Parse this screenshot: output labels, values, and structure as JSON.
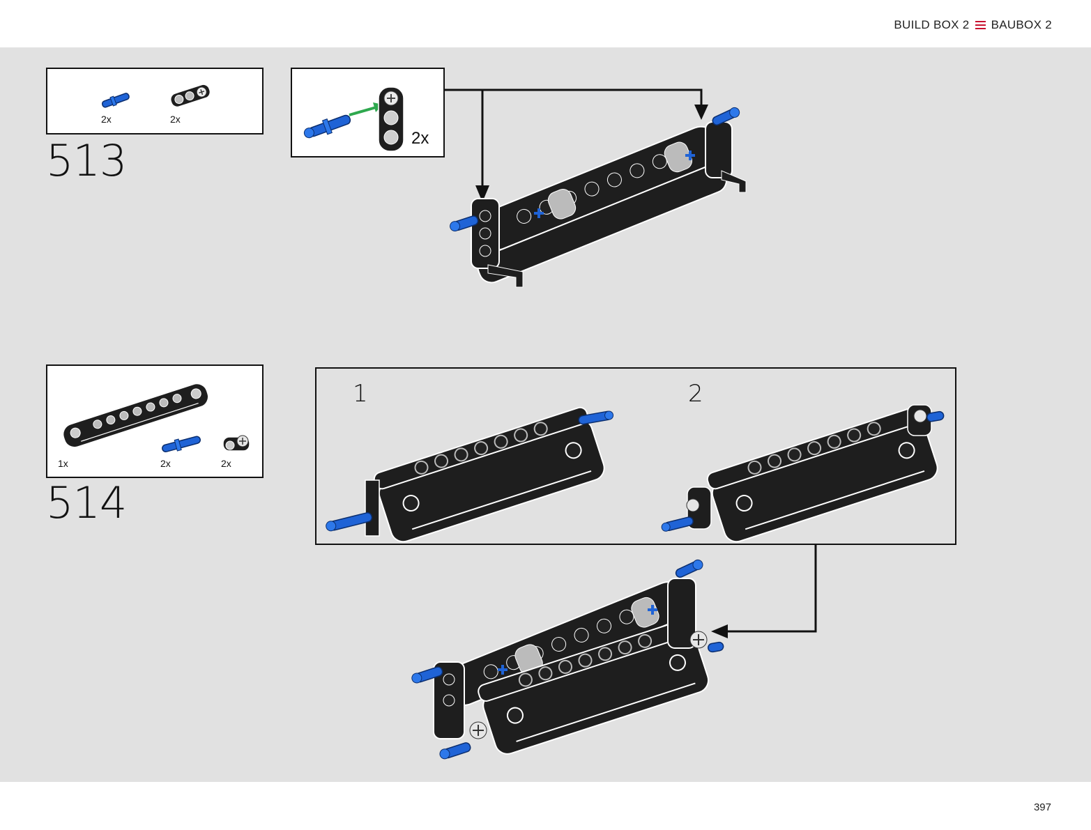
{
  "header": {
    "left": "BUILD BOX 2",
    "right": "BAUBOX 2",
    "icon": "menu-icon"
  },
  "steps": [
    {
      "number": "513",
      "parts": [
        {
          "name": "blue-pin",
          "qty": "2x"
        },
        {
          "name": "black-connector",
          "qty": "2x"
        }
      ],
      "callout": {
        "qty": "2x"
      }
    },
    {
      "number": "514",
      "parts": [
        {
          "name": "black-beam-assembly",
          "qty": "1x"
        },
        {
          "name": "blue-axle-pin",
          "qty": "2x"
        },
        {
          "name": "cross-connector",
          "qty": "2x"
        }
      ],
      "callout": {
        "sub_steps": [
          "1",
          "2"
        ]
      }
    }
  ],
  "colors": {
    "accent": "#c8102e",
    "background": "#e1e1e1",
    "brick_black": "#1e1e1e",
    "brick_blue": "#1f63d6",
    "arrow_green": "#2ea84e"
  },
  "footer": {
    "page_number": "397"
  }
}
